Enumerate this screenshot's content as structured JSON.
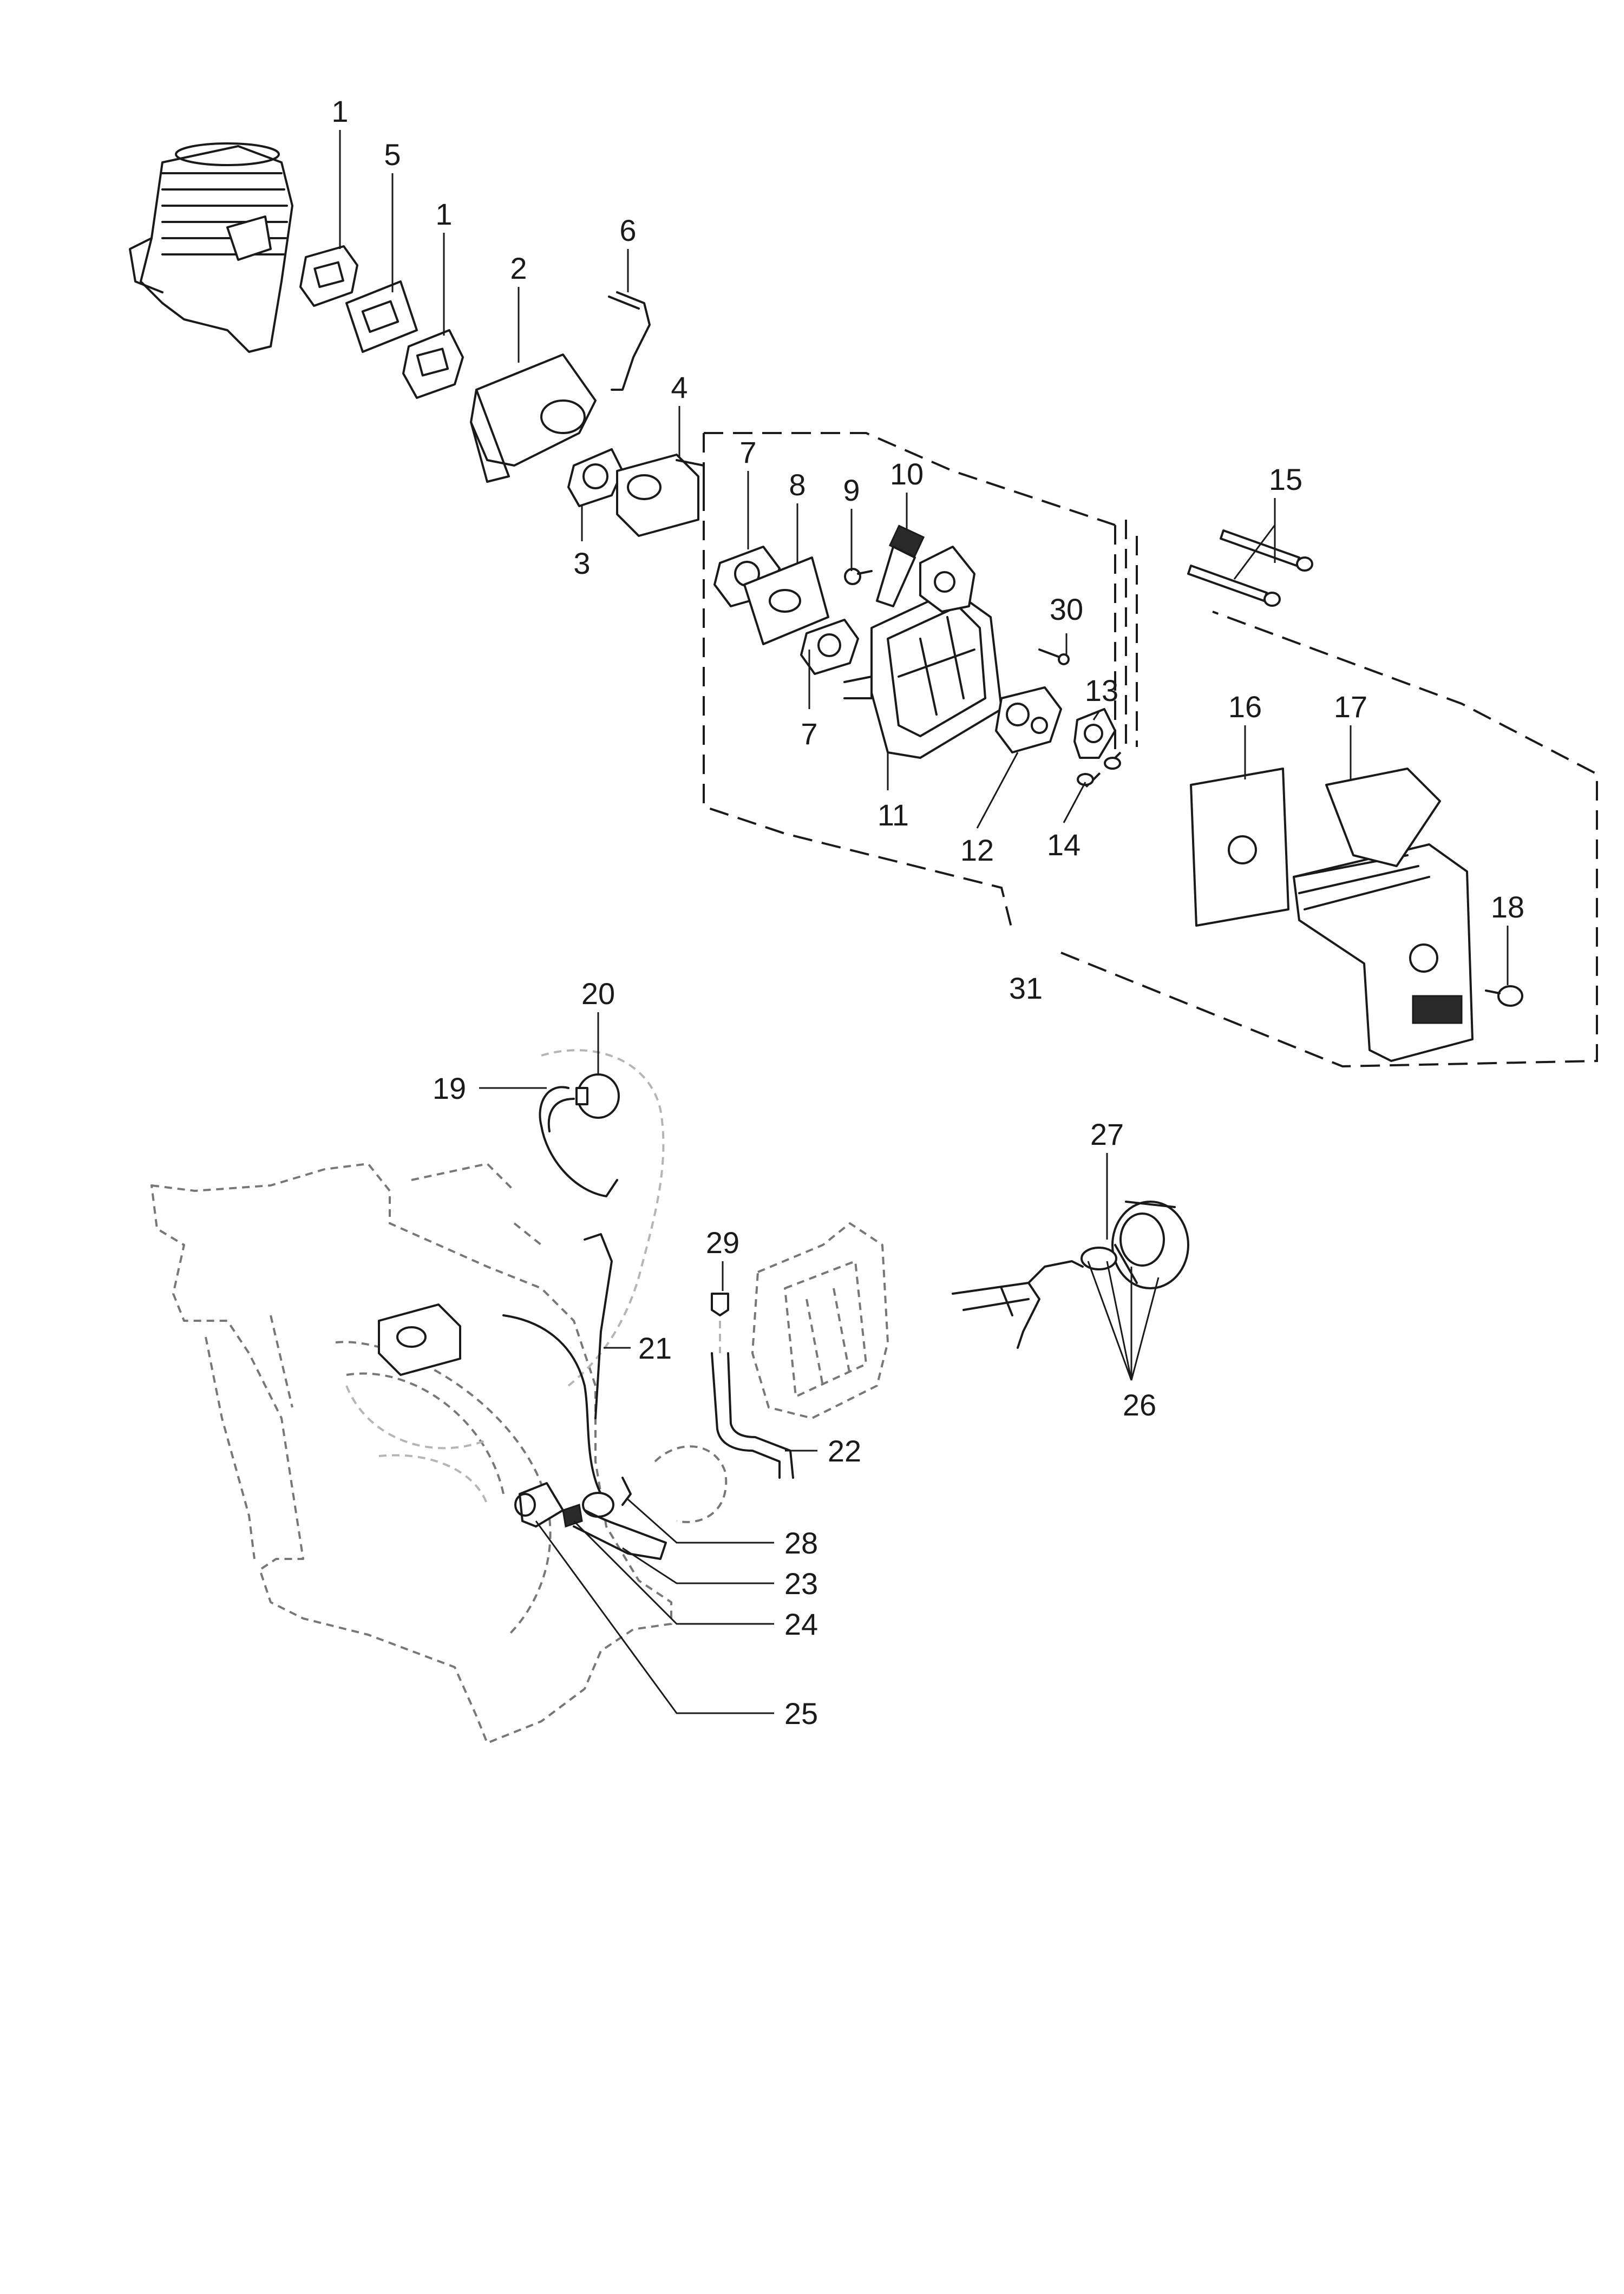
{
  "callouts": [
    {
      "id": "c1a",
      "label": "1"
    },
    {
      "id": "c5",
      "label": "5"
    },
    {
      "id": "c1b",
      "label": "1"
    },
    {
      "id": "c6",
      "label": "6"
    },
    {
      "id": "c2",
      "label": "2"
    },
    {
      "id": "c4",
      "label": "4"
    },
    {
      "id": "c3",
      "label": "3"
    },
    {
      "id": "c7a",
      "label": "7"
    },
    {
      "id": "c8",
      "label": "8"
    },
    {
      "id": "c9",
      "label": "9"
    },
    {
      "id": "c10",
      "label": "10"
    },
    {
      "id": "c7b",
      "label": "7"
    },
    {
      "id": "c11",
      "label": "11"
    },
    {
      "id": "c30",
      "label": "30"
    },
    {
      "id": "c13",
      "label": "13"
    },
    {
      "id": "c12",
      "label": "12"
    },
    {
      "id": "c14",
      "label": "14"
    },
    {
      "id": "c15",
      "label": "15"
    },
    {
      "id": "c16",
      "label": "16"
    },
    {
      "id": "c17",
      "label": "17"
    },
    {
      "id": "c18",
      "label": "18"
    },
    {
      "id": "c31",
      "label": "31"
    },
    {
      "id": "c20",
      "label": "20"
    },
    {
      "id": "c19",
      "label": "19"
    },
    {
      "id": "c27",
      "label": "27"
    },
    {
      "id": "c29",
      "label": "29"
    },
    {
      "id": "c21",
      "label": "21"
    },
    {
      "id": "c22",
      "label": "22"
    },
    {
      "id": "c26",
      "label": "26"
    },
    {
      "id": "c28",
      "label": "28"
    },
    {
      "id": "c23",
      "label": "23"
    },
    {
      "id": "c24",
      "label": "24"
    },
    {
      "id": "c25",
      "label": "25"
    }
  ]
}
